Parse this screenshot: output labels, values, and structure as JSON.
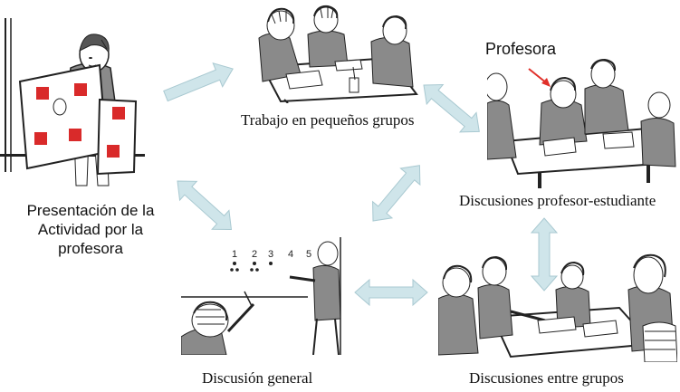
{
  "captions": {
    "presentation_line1": "Presentación de la",
    "presentation_line2": "Actividad por la",
    "presentation_line3": "profesora",
    "small_groups": "Trabajo en pequeños grupos",
    "teacher_student": "Discusiones profesor-estudiante",
    "general": "Discusión general",
    "between_groups": "Discusiones entre grupos",
    "teacher_label": "Profesora"
  },
  "board_numbers": [
    "1",
    "2",
    "3",
    "4",
    "5"
  ],
  "colors": {
    "arrow_fill": "#cfe5ea",
    "arrow_stroke": "#a9c9d1",
    "card_red": "#d92a2a",
    "pointer_red": "#e0302a",
    "figure_gray": "#8a8a8a",
    "line": "#222222"
  }
}
